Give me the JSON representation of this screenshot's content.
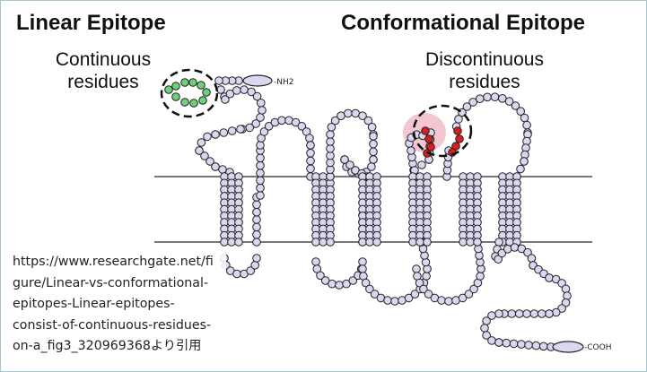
{
  "linear": {
    "title": "Linear Epitope",
    "subtitle_line1": "Continuous",
    "subtitle_line2": "residues"
  },
  "conformational": {
    "title": "Conformational Epitope",
    "subtitle_line1": "Discontinuous",
    "subtitle_line2": "residues"
  },
  "terminals": {
    "n_term": "-NH2",
    "c_term": "-COOH"
  },
  "source_lines": [
    "https://www.researchgate.net/fi",
    "gure/Linear-vs-conformational-",
    "epitopes-Linear-epitopes-",
    "consist-of-continuous-residues-",
    "on-a_fig3_320969368より引用"
  ],
  "colors": {
    "residue_fill": "#d9d8f0",
    "residue_stroke": "#222222",
    "linear_epitope": "#6fcf7a",
    "conformational_epitope": "#d81e1e",
    "highlight_blob": "#f4c6d2",
    "membrane_line": "#6e7b7b",
    "frame": "#a9c6cc"
  }
}
